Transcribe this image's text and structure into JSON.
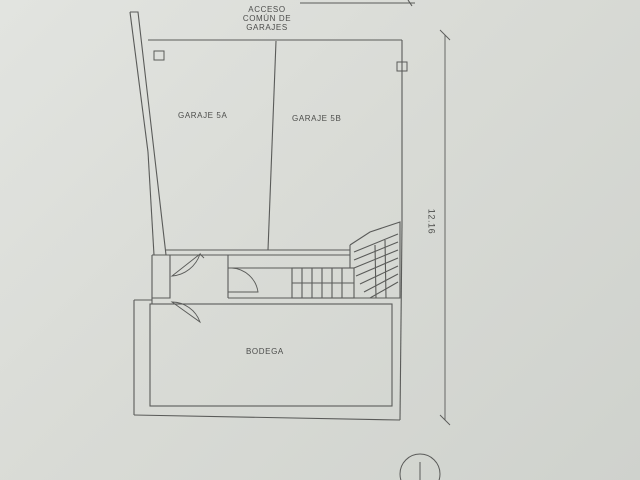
{
  "plan": {
    "access_lines": [
      "ACCESO",
      "COMÚN DE",
      "GARAJES"
    ],
    "rooms": {
      "garage_5a": "GARAJE 5A",
      "garage_5b": "GARAJE 5B",
      "storage": "BODEGA"
    },
    "dimension_label": "12.16"
  },
  "colors": {
    "paper": "#dcdeda",
    "line": "#5a5b59",
    "text": "#4c4d4b"
  }
}
